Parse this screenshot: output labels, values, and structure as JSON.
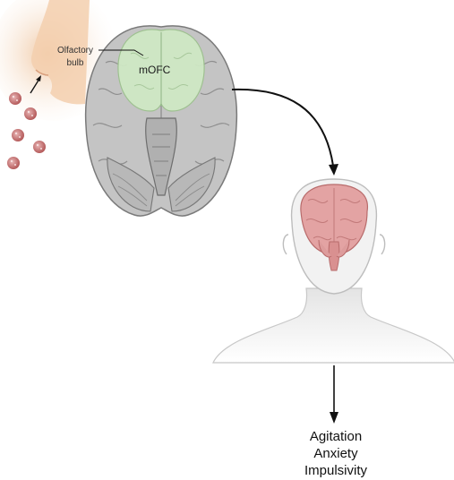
{
  "labels": {
    "olfactory_bulb_line1": "Olfactory",
    "olfactory_bulb_line2": "bulb",
    "mofc": "mOFC"
  },
  "outcomes": [
    "Agitation",
    "Anxiety",
    "Impulsivity"
  ],
  "colors": {
    "brain_gray": "#bcbcbc",
    "mofc_highlight": "#cfe8c4",
    "particle": "#c97878",
    "head_brain": "#d99a9a",
    "skin": "#f3cfae"
  }
}
